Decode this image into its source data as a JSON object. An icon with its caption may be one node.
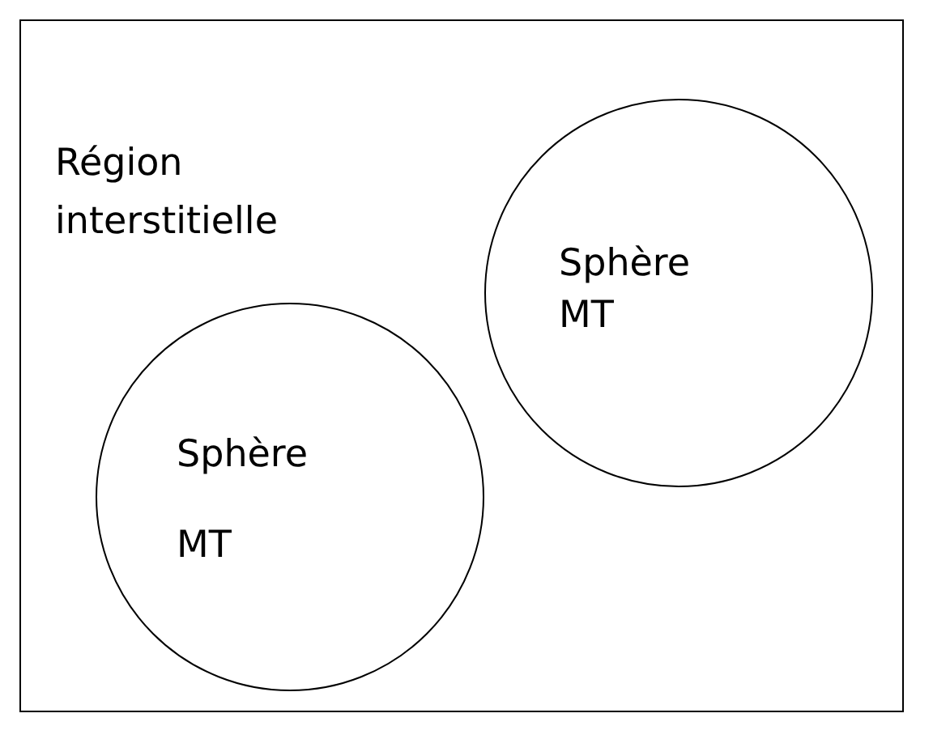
{
  "diagram": {
    "nodes": [
      {
        "text": [
          "Région interstitielle"
        ]
      },
      {
        "text": [
          "Sphère MT"
        ],
        "in": 0
      },
      {
        "text": [
          "Sphère MT"
        ],
        "in": 0
      }
    ],
    "edges": []
  }
}
